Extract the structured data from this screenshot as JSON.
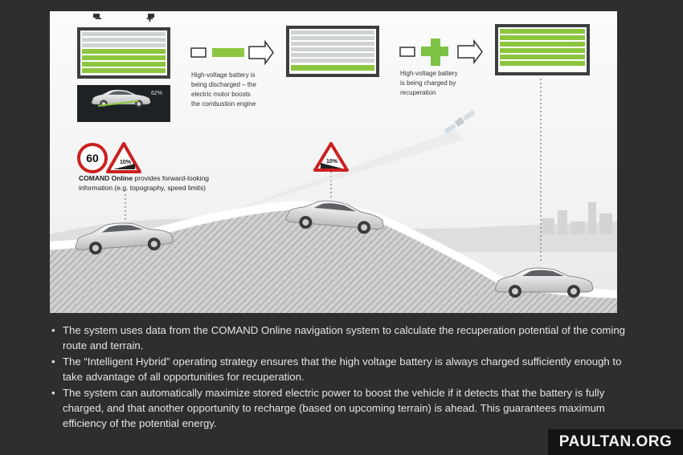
{
  "diagram": {
    "captions": {
      "discharge": [
        "High-voltage battery is",
        "being discharged – the",
        "electric motor boosts",
        "the combustion engine"
      ],
      "charge": [
        "High-voltage battery",
        "is being charged by",
        "recuperation"
      ]
    },
    "comand": {
      "brand": "COMAND Online",
      "text_rest": " provides forward-looking",
      "line2": "information (e.g. topography, speed limits)"
    },
    "speed_sign": "60",
    "slope_sign": "10%",
    "battery_minus": "−",
    "battery_plus": "+",
    "display_inset_value": "62%",
    "colors": {
      "accent_green": "#8cc63f",
      "sign_red": "#cc1f1f",
      "arrow_green": "#7dc243"
    }
  },
  "bullets": [
    "The system uses data from the COMAND Online navigation system to calculate the recuperation potential of the coming route and terrain.",
    "The “Intelligent Hybrid” operating strategy ensures that the high voltage battery is always charged sufficiently enough to take advantage of all opportunities for recuperation.",
    "The system can automatically maximize stored electric power to boost the vehicle if it detects that the battery is fully charged, and that another opportunity to recharge (based on upcoming terrain) is ahead. This guarantees maximum efficiency of the potential energy."
  ],
  "watermark": "PAULTAN.ORG"
}
